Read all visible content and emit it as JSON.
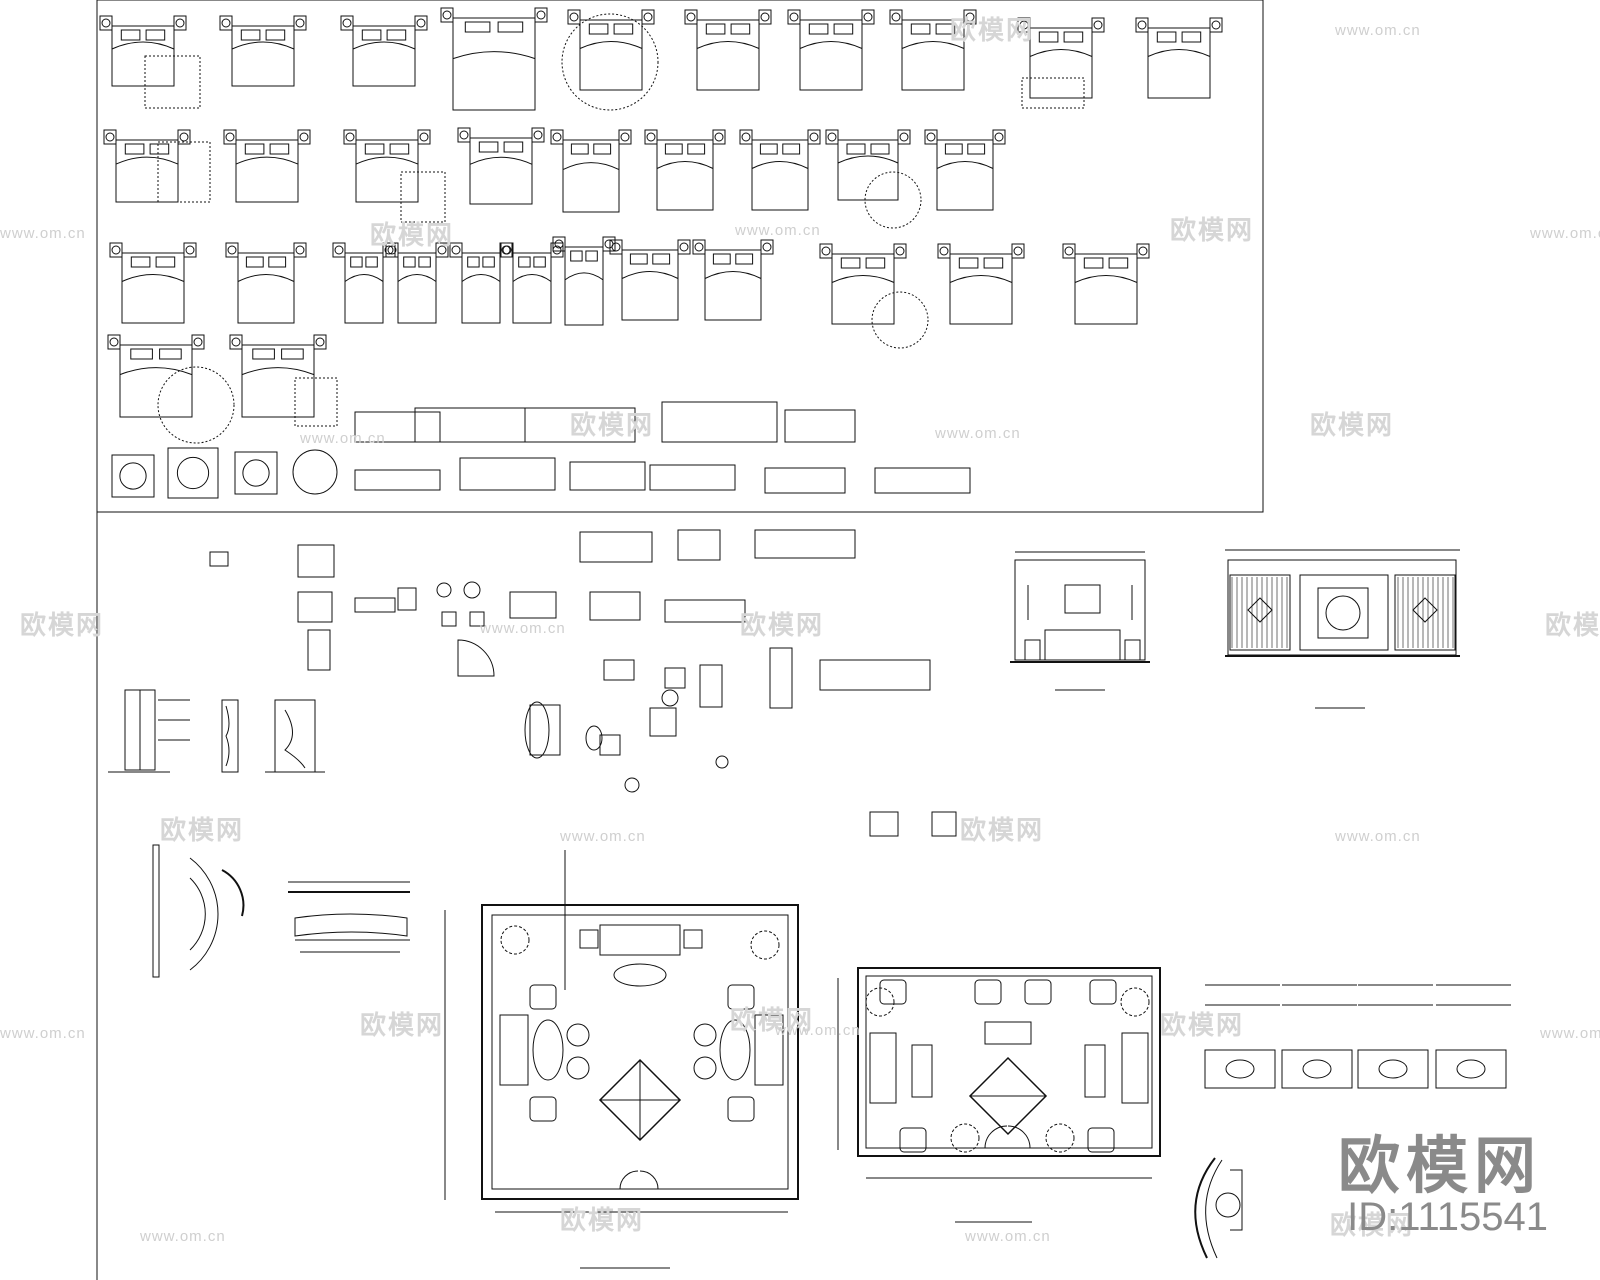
{
  "watermark": {
    "brand": "欧模网",
    "url": "www.om.cn",
    "brand_id": "ID:1115541"
  },
  "colors": {
    "line": "#111111",
    "watermark": "#d6d6d6",
    "brand": "#8a8a8a"
  },
  "drawing": {
    "sections": [
      "bed-library",
      "furniture-library",
      "floor-plans",
      "elevations",
      "details"
    ]
  }
}
